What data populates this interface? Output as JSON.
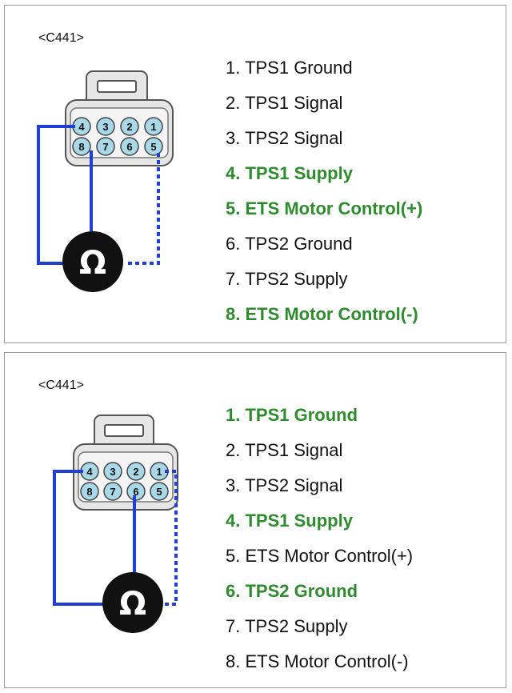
{
  "panels": [
    {
      "connector": "<C441>",
      "pins": [
        {
          "label": "1. TPS1 Ground",
          "highlight": false
        },
        {
          "label": "2. TPS1 Signal",
          "highlight": false
        },
        {
          "label": "3. TPS2 Signal",
          "highlight": false
        },
        {
          "label": "4. TPS1 Supply",
          "highlight": true
        },
        {
          "label": "5. ETS Motor Control(+)",
          "highlight": true
        },
        {
          "label": "6. TPS2 Ground",
          "highlight": false
        },
        {
          "label": "7. TPS2 Supply",
          "highlight": false
        },
        {
          "label": "8. ETS Motor Control(-)",
          "highlight": true
        }
      ],
      "connector_pins": {
        "top_row": [
          "4",
          "3",
          "2",
          "1"
        ],
        "bottom_row": [
          "8",
          "7",
          "6",
          "5"
        ]
      },
      "meter_symbol": "Ω"
    },
    {
      "connector": "<C441>",
      "pins": [
        {
          "label": "1. TPS1 Ground",
          "highlight": true
        },
        {
          "label": "2. TPS1 Signal",
          "highlight": false
        },
        {
          "label": "3. TPS2 Signal",
          "highlight": false
        },
        {
          "label": "4. TPS1 Supply",
          "highlight": true
        },
        {
          "label": "5. ETS Motor Control(+)",
          "highlight": false
        },
        {
          "label": "6. TPS2 Ground",
          "highlight": true
        },
        {
          "label": "7. TPS2 Supply",
          "highlight": false
        },
        {
          "label": "8. ETS Motor Control(-)",
          "highlight": false
        }
      ],
      "connector_pins": {
        "top_row": [
          "4",
          "3",
          "2",
          "1"
        ],
        "bottom_row": [
          "8",
          "7",
          "6",
          "5"
        ]
      },
      "meter_symbol": "Ω"
    }
  ],
  "colors": {
    "highlight_text": "#2e8b2e",
    "wire": "#1f3fd6",
    "pin_fill": "#a9d8e8",
    "housing": "#e6e6e6"
  }
}
